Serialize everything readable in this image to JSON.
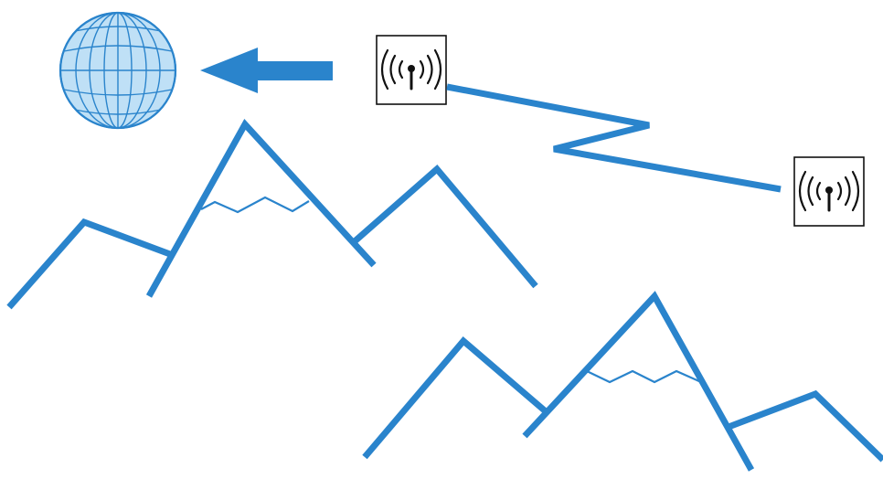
{
  "diagram": {
    "colors": {
      "primary": "#2a84cc",
      "globe_fill": "#bfe0f6",
      "globe_grid": "#2a84cc",
      "icon_stroke": "#111111",
      "background": "#ffffff"
    },
    "icons": {
      "globe": "globe-icon",
      "arrow": "arrow-left-icon",
      "antenna": "wireless-antenna-icon"
    },
    "nodes": [
      {
        "id": "internet",
        "icon": "globe-icon"
      },
      {
        "id": "relay-station",
        "icon": "wireless-antenna-icon"
      },
      {
        "id": "remote-station",
        "icon": "wireless-antenna-icon"
      }
    ],
    "links": [
      {
        "from": "relay-station",
        "to": "internet",
        "type": "arrow"
      },
      {
        "from": "remote-station",
        "to": "relay-station",
        "type": "wireless-zigzag"
      }
    ],
    "terrain": [
      "mountain-range",
      "mountain-range"
    ]
  }
}
